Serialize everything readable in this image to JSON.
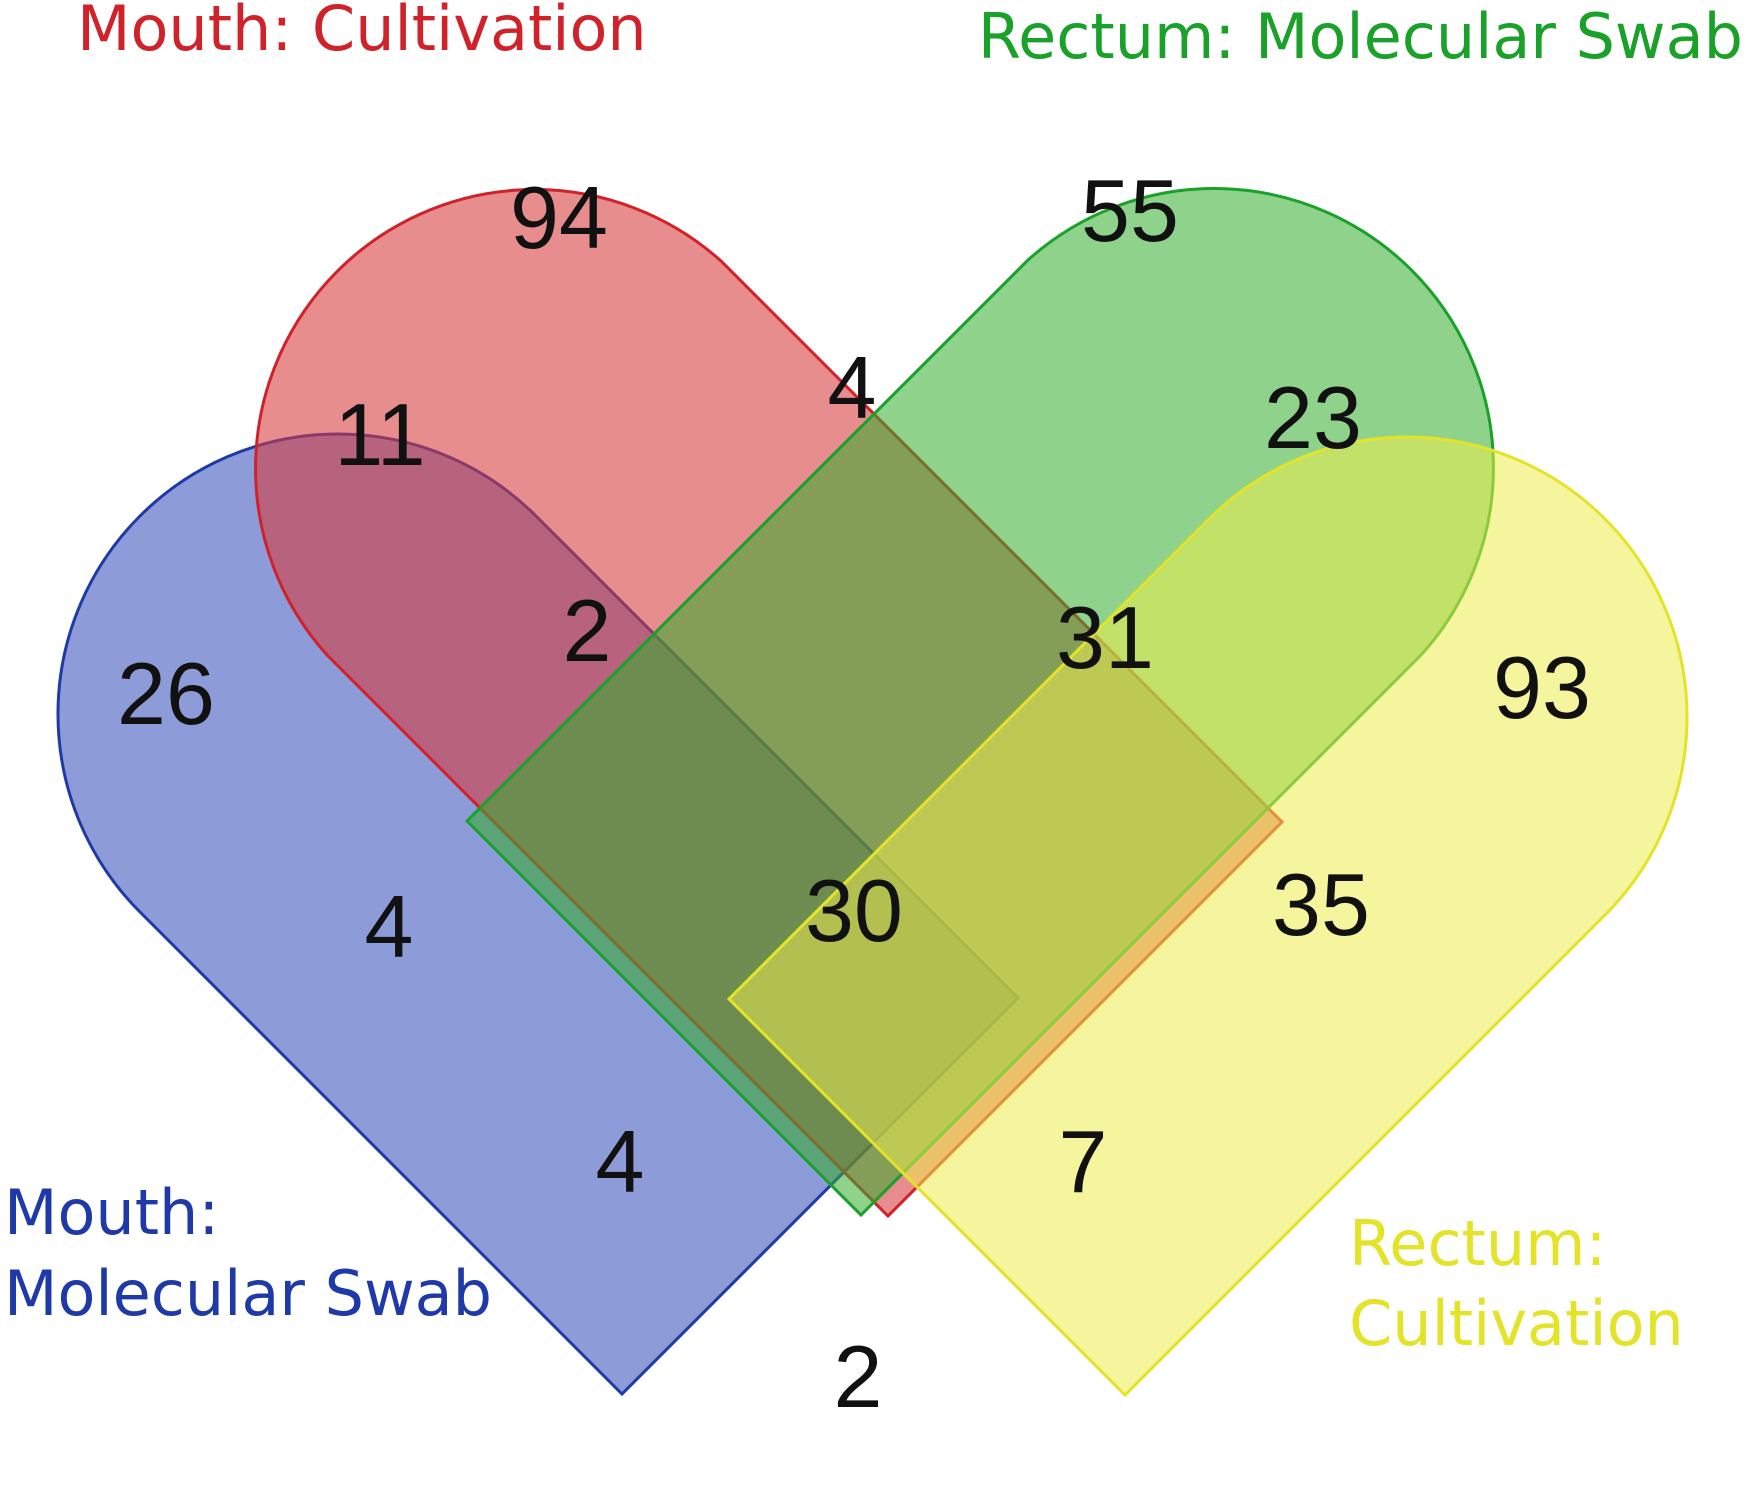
{
  "sets": [
    {
      "id": "blue",
      "label_lines": [
        "Mouth:",
        "Molecular Swab"
      ],
      "stroke": "#1f3aa8",
      "fill": "#3a55bd"
    },
    {
      "id": "red",
      "label_lines": [
        "Mouth: Cultivation"
      ],
      "stroke": "#d0222a",
      "fill": "#d83a3a"
    },
    {
      "id": "green",
      "label_lines": [
        "Rectum: Molecular Swab"
      ],
      "stroke": "#1aa12a",
      "fill": "#32ad2c"
    },
    {
      "id": "yellow",
      "label_lines": [
        "Rectum:",
        "Cultivation"
      ],
      "stroke": "#e3e32a",
      "fill": "#eded4f"
    }
  ],
  "region_counts": {
    "blue_only": "26",
    "red_only": "94",
    "green_only": "55",
    "yellow_only": "93",
    "blue_red": "11",
    "red_green": "4",
    "green_yellow": "23",
    "blue_red_green": "2",
    "red_green_yellow": "31",
    "blue_green": "4",
    "all_four": "30",
    "red_yellow": "35",
    "blue_green_yellow": "4",
    "blue_red_yellow": "7",
    "blue_yellow": "2"
  }
}
